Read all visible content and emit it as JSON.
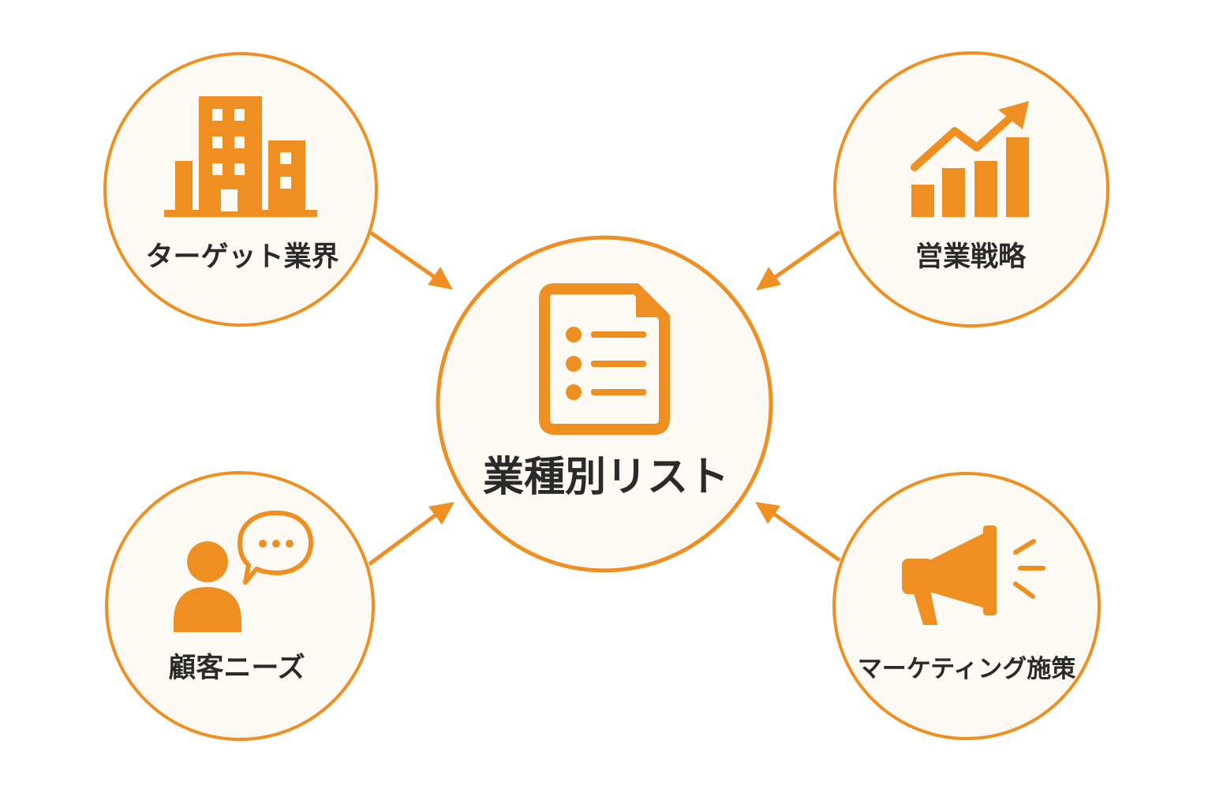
{
  "center": {
    "label": "業種別リスト",
    "icon": "document-list-icon"
  },
  "nodes": [
    {
      "id": "target-industry",
      "label": "ターゲット業界",
      "icon": "building-icon"
    },
    {
      "id": "sales-strategy",
      "label": "営業戦略",
      "icon": "growth-chart-icon"
    },
    {
      "id": "customer-needs",
      "label": "顧客ニーズ",
      "icon": "person-speech-icon"
    },
    {
      "id": "marketing-measures",
      "label": "マーケティング施策",
      "icon": "megaphone-icon"
    }
  ],
  "edges": [
    {
      "from": "target-industry",
      "to": "center"
    },
    {
      "from": "sales-strategy",
      "to": "center"
    },
    {
      "from": "customer-needs",
      "to": "center"
    },
    {
      "from": "marketing-measures",
      "to": "center"
    }
  ],
  "colors": {
    "accent": "#ef8f22",
    "circle_fill": "#fdfaf4",
    "text": "#2a2a2a",
    "background": "#ffffff"
  }
}
